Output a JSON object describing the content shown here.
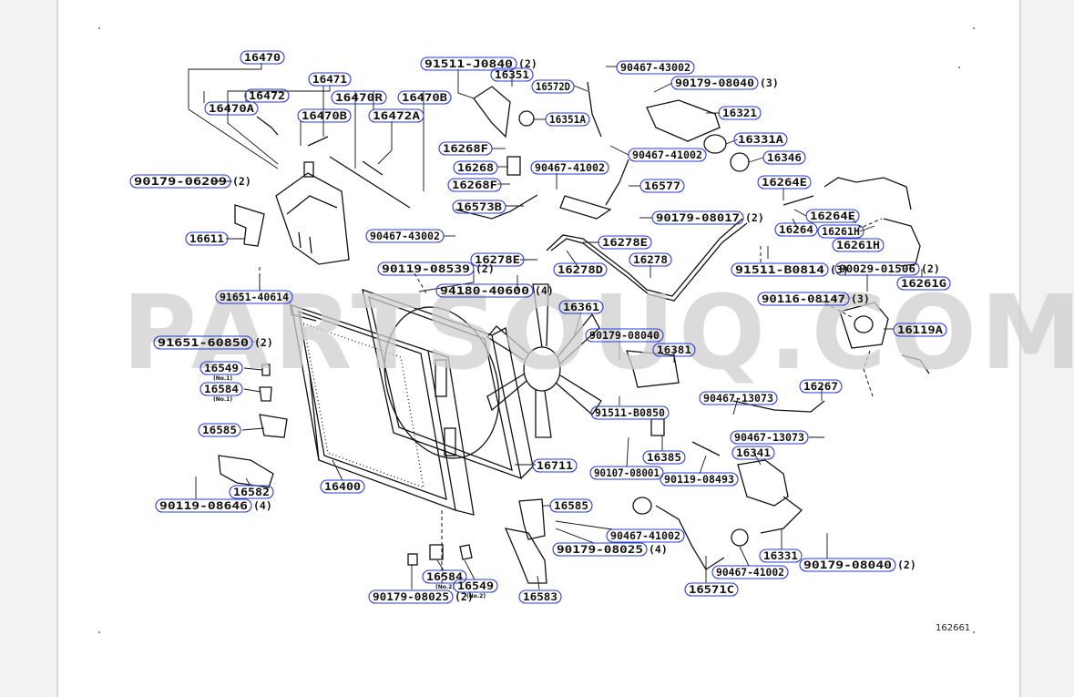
{
  "watermark": "PARTSOUQ.COM",
  "figure_number": "162661",
  "callouts": [
    {
      "part": "16470",
      "qty": "",
      "note": ""
    },
    {
      "part": "16471",
      "qty": "",
      "note": ""
    },
    {
      "part": "16472",
      "qty": "",
      "note": ""
    },
    {
      "part": "16470A",
      "qty": "",
      "note": ""
    },
    {
      "part": "16470R",
      "qty": "",
      "note": ""
    },
    {
      "part": "16470B",
      "qty": "",
      "note": ""
    },
    {
      "part": "16470B",
      "qty": "",
      "note": ""
    },
    {
      "part": "16472A",
      "qty": "",
      "note": ""
    },
    {
      "part": "91511-J0840",
      "qty": "(2)",
      "note": ""
    },
    {
      "part": "16351",
      "qty": "",
      "note": ""
    },
    {
      "part": "16572D",
      "qty": "",
      "note": ""
    },
    {
      "part": "90467-43002",
      "qty": "",
      "note": ""
    },
    {
      "part": "90179-08040",
      "qty": "(3)",
      "note": ""
    },
    {
      "part": "16321",
      "qty": "",
      "note": ""
    },
    {
      "part": "16351A",
      "qty": "",
      "note": ""
    },
    {
      "part": "16268F",
      "qty": "",
      "note": ""
    },
    {
      "part": "16331A",
      "qty": "",
      "note": ""
    },
    {
      "part": "90467-41002",
      "qty": "",
      "note": ""
    },
    {
      "part": "16346",
      "qty": "",
      "note": ""
    },
    {
      "part": "16268",
      "qty": "",
      "note": ""
    },
    {
      "part": "90467-41002",
      "qty": "",
      "note": ""
    },
    {
      "part": "16268F",
      "qty": "",
      "note": ""
    },
    {
      "part": "90179-06209",
      "qty": "(2)",
      "note": ""
    },
    {
      "part": "16577",
      "qty": "",
      "note": ""
    },
    {
      "part": "16264E",
      "qty": "",
      "note": ""
    },
    {
      "part": "16573B",
      "qty": "",
      "note": ""
    },
    {
      "part": "90179-08017",
      "qty": "(2)",
      "note": ""
    },
    {
      "part": "16264E",
      "qty": "",
      "note": ""
    },
    {
      "part": "16264",
      "qty": "",
      "note": ""
    },
    {
      "part": "16261H",
      "qty": "",
      "note": ""
    },
    {
      "part": "90467-43002",
      "qty": "",
      "note": ""
    },
    {
      "part": "16278E",
      "qty": "",
      "note": ""
    },
    {
      "part": "16261H",
      "qty": "",
      "note": ""
    },
    {
      "part": "16611",
      "qty": "",
      "note": ""
    },
    {
      "part": "16278E",
      "qty": "",
      "note": ""
    },
    {
      "part": "16278",
      "qty": "",
      "note": ""
    },
    {
      "part": "90119-08539",
      "qty": "(2)",
      "note": ""
    },
    {
      "part": "16278D",
      "qty": "",
      "note": ""
    },
    {
      "part": "91511-B0814",
      "qty": "(3)",
      "note": ""
    },
    {
      "part": "90029-01506",
      "qty": "(2)",
      "note": ""
    },
    {
      "part": "94180-40600",
      "qty": "(4)",
      "note": ""
    },
    {
      "part": "16261G",
      "qty": "",
      "note": ""
    },
    {
      "part": "91651-40614",
      "qty": "",
      "note": ""
    },
    {
      "part": "90116-08147",
      "qty": "(3)",
      "note": ""
    },
    {
      "part": "16361",
      "qty": "",
      "note": ""
    },
    {
      "part": "16119A",
      "qty": "",
      "note": ""
    },
    {
      "part": "91651-60850",
      "qty": "(2)",
      "note": ""
    },
    {
      "part": "90179-08040",
      "qty": "",
      "note": ""
    },
    {
      "part": "16381",
      "qty": "",
      "note": ""
    },
    {
      "part": "16549",
      "qty": "",
      "note": "(No.1)"
    },
    {
      "part": "16584",
      "qty": "",
      "note": "(No.1)"
    },
    {
      "part": "90467-13073",
      "qty": "",
      "note": ""
    },
    {
      "part": "16267",
      "qty": "",
      "note": ""
    },
    {
      "part": "91511-B0850",
      "qty": "",
      "note": ""
    },
    {
      "part": "16585",
      "qty": "",
      "note": ""
    },
    {
      "part": "90467-13073",
      "qty": "",
      "note": ""
    },
    {
      "part": "16385",
      "qty": "",
      "note": ""
    },
    {
      "part": "16341",
      "qty": "",
      "note": ""
    },
    {
      "part": "16711",
      "qty": "",
      "note": ""
    },
    {
      "part": "90107-08001",
      "qty": "",
      "note": ""
    },
    {
      "part": "90119-08493",
      "qty": "",
      "note": ""
    },
    {
      "part": "16400",
      "qty": "",
      "note": ""
    },
    {
      "part": "16582",
      "qty": "",
      "note": ""
    },
    {
      "part": "90119-08646",
      "qty": "(4)",
      "note": ""
    },
    {
      "part": "16585",
      "qty": "",
      "note": ""
    },
    {
      "part": "90467-41002",
      "qty": "",
      "note": ""
    },
    {
      "part": "90179-08025",
      "qty": "(4)",
      "note": ""
    },
    {
      "part": "16331",
      "qty": "",
      "note": ""
    },
    {
      "part": "90179-08040",
      "qty": "(2)",
      "note": ""
    },
    {
      "part": "90467-41002",
      "qty": "",
      "note": ""
    },
    {
      "part": "16584",
      "qty": "",
      "note": "(No.2)"
    },
    {
      "part": "16549",
      "qty": "",
      "note": "(No.2)"
    },
    {
      "part": "90179-08025",
      "qty": "(2)",
      "note": ""
    },
    {
      "part": "16583",
      "qty": "",
      "note": ""
    },
    {
      "part": "16571C",
      "qty": "",
      "note": ""
    }
  ]
}
